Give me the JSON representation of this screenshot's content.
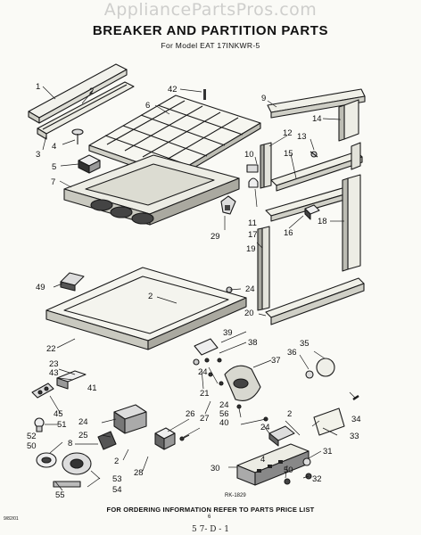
{
  "watermark": "AppliancePartsPros.com",
  "title": "BREAKER AND PARTITION PARTS",
  "subtitle": "For Model EAT 17INKWR-5",
  "callouts": {
    "c1": "1",
    "c2a": "2",
    "c2b": "2",
    "c2c": "2",
    "c2d": "2",
    "c3": "3",
    "c4a": "4",
    "c4b": "4",
    "c5": "5",
    "c6": "6",
    "c7": "7",
    "c8": "8",
    "c9": "9",
    "c10": "10",
    "c11": "11",
    "c12": "12",
    "c13": "13",
    "c14": "14",
    "c15": "15",
    "c16": "16",
    "c17": "17",
    "c18": "18",
    "c19": "19",
    "c20": "20",
    "c21": "21",
    "c22": "22",
    "c23": "23",
    "c24a": "24",
    "c24b": "24",
    "c24c": "24",
    "c24d": "24",
    "c24e": "24",
    "c25": "25",
    "c26": "26",
    "c27": "27",
    "c28": "28",
    "c29": "29",
    "c30": "30",
    "c31": "31",
    "c32": "32",
    "c33": "33",
    "c34": "34",
    "c35": "35",
    "c36": "36",
    "c37": "37",
    "c38": "38",
    "c39": "39",
    "c40": "40",
    "c41": "41",
    "c42": "42",
    "c43": "43",
    "c45": "45",
    "c49": "49",
    "c50": "50",
    "c51": "51",
    "c52": "52",
    "c53": "53",
    "c54": "54",
    "c55": "55",
    "c56": "56"
  },
  "fig_code": "RK-1829",
  "footer": "FOR ORDERING INFORMATION REFER TO PARTS PRICE LIST",
  "page_number": "6",
  "corner_code": "9/82/01",
  "hand_note": "5 7- D - 1"
}
